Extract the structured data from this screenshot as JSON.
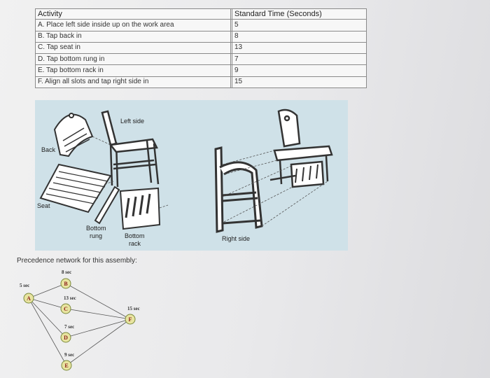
{
  "table": {
    "headers": [
      "Activity",
      "Standard Time (Seconds)"
    ],
    "rows": [
      [
        "A. Place left side inside up on the work area",
        "5"
      ],
      [
        "B. Tap back in",
        "8"
      ],
      [
        "C. Tap seat in",
        "13"
      ],
      [
        "D. Tap bottom rung in",
        "7"
      ],
      [
        "E. Tap bottom rack in",
        "9"
      ],
      [
        "F. Align all slots and tap right side in",
        "15"
      ]
    ]
  },
  "illustration": {
    "labels": {
      "left_side": "Left side",
      "back": "Back",
      "seat": "Seat",
      "bottom_rung": [
        "Bottom",
        "rung"
      ],
      "bottom_rack": [
        "Bottom",
        "rack"
      ],
      "right_side": "Right side"
    }
  },
  "network": {
    "title": "Precedence network for this assembly:",
    "nodes": [
      {
        "letter": "A",
        "time": "5 sec"
      },
      {
        "letter": "B",
        "time": "8 sec"
      },
      {
        "letter": "C",
        "time": "13 sec"
      },
      {
        "letter": "D",
        "time": "7 sec"
      },
      {
        "letter": "E",
        "time": "9 sec"
      },
      {
        "letter": "F",
        "time": "15 sec"
      }
    ]
  },
  "colors": {
    "illustration_bg": "#cfe1e8",
    "node_fill": "#e8e4a0",
    "node_stroke": "#7a8a3a"
  }
}
